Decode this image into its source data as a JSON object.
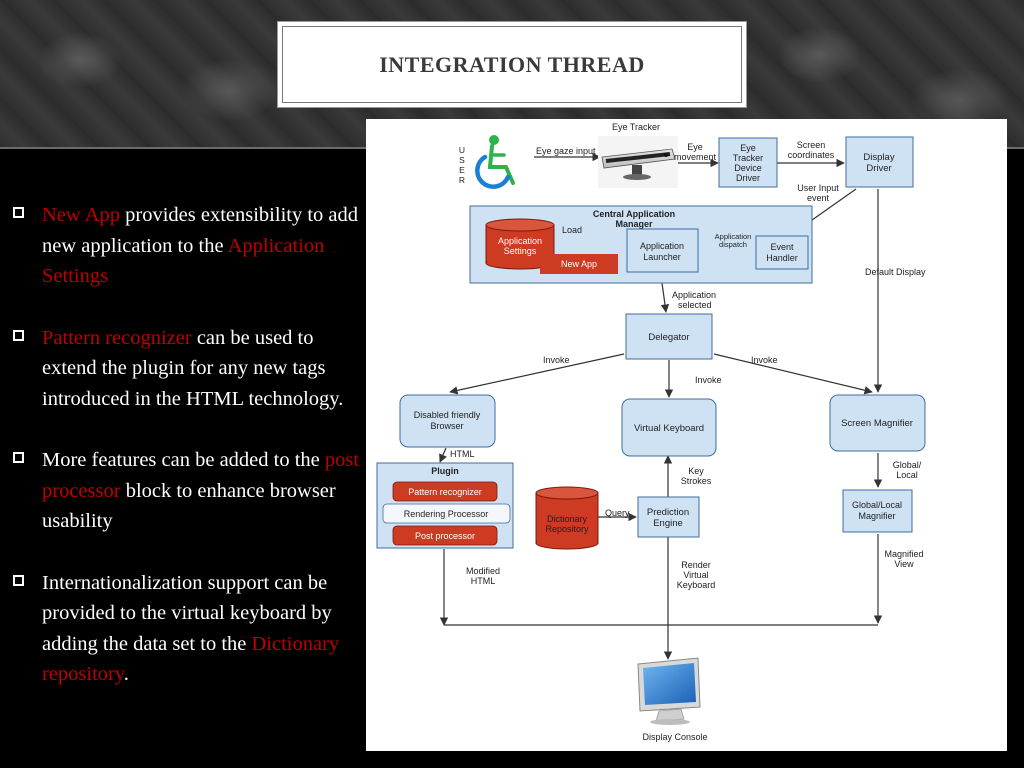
{
  "slide": {
    "title": "INTEGRATION THREAD"
  },
  "bullets": [
    {
      "parts": [
        {
          "text": " New App",
          "highlight": true
        },
        {
          "text": " provides extensibility to add new application to the ",
          "highlight": false
        },
        {
          "text": "Application Settings",
          "highlight": true
        }
      ]
    },
    {
      "parts": [
        {
          "text": " Pattern recognizer",
          "highlight": true
        },
        {
          "text": " can be used to extend the plugin for any new tags introduced in the HTML technology.",
          "highlight": false
        }
      ]
    },
    {
      "parts": [
        {
          "text": "More features can be added to the ",
          "highlight": false
        },
        {
          "text": "post processor",
          "highlight": true
        },
        {
          "text": " block to enhance browser usability",
          "highlight": false
        }
      ]
    },
    {
      "parts": [
        {
          "text": "Internationalization support can be provided to the virtual keyboard by adding the data set to the ",
          "highlight": false
        },
        {
          "text": "Dictionary repository",
          "highlight": true
        },
        {
          "text": ".",
          "highlight": false
        }
      ]
    }
  ],
  "colors": {
    "highlight": "#c00000",
    "box_fill": "#cfe2f3",
    "box_stroke": "#3d6f9e",
    "cylinder_fill": "#cc3b22",
    "new_app_fill": "#cc3b22",
    "wheelchair": "#1c7fd6",
    "figure_green": "#2db34a"
  },
  "diagram": {
    "user_label": "USER",
    "eye_tracker_label": "Eye Tracker",
    "eye_gaze_input": "Eye gaze input",
    "eye_movement": [
      "Eye",
      "movement"
    ],
    "eye_tracker_driver": [
      "Eye",
      "Tracker",
      "Device",
      "Driver"
    ],
    "screen_coordinates": [
      "Screen",
      "coordinates"
    ],
    "display_driver": [
      "Display",
      "Driver"
    ],
    "user_input_event": [
      "User Input",
      "event"
    ],
    "central_app_manager": [
      "Central Application",
      "Manager"
    ],
    "application_settings": [
      "Application",
      "Settings"
    ],
    "load": "Load",
    "new_app": "New App",
    "application_launcher": [
      "Application",
      "Launcher"
    ],
    "application_dispatch": [
      "Application",
      "dispatch"
    ],
    "event_handler": [
      "Event",
      "Handler"
    ],
    "default_display": "Default Display",
    "application_selected": [
      "Application",
      "selected"
    ],
    "delegator": "Delegator",
    "invoke_left": "Invoke",
    "invoke_mid": "Invoke",
    "invoke_right": "Invoke",
    "disabled_browser": [
      "Disabled friendly",
      "Browser"
    ],
    "html": "HTML",
    "plugin": "Plugin",
    "pattern_recognizer": "Pattern recognizer",
    "rendering_processor": "Rendering Processor",
    "post_processor": "Post processor",
    "virtual_keyboard": "Virtual Keyboard",
    "key_strokes": [
      "Key",
      "Strokes"
    ],
    "dictionary_repository": [
      "Dictionary",
      "Repository"
    ],
    "query": "Query",
    "prediction_engine": [
      "Prediction",
      "Engine"
    ],
    "screen_magnifier": "Screen Magnifier",
    "global_local": [
      "Global/",
      "Local"
    ],
    "global_local_magnifier": [
      "Global/Local",
      "Magnifier"
    ],
    "modified_html": [
      "Modified",
      "HTML"
    ],
    "render_virtual_keyboard": [
      "Render",
      "Virtual",
      "Keyboard"
    ],
    "magnified_view": [
      "Magnified",
      "View"
    ],
    "display_console": "Display Console"
  }
}
